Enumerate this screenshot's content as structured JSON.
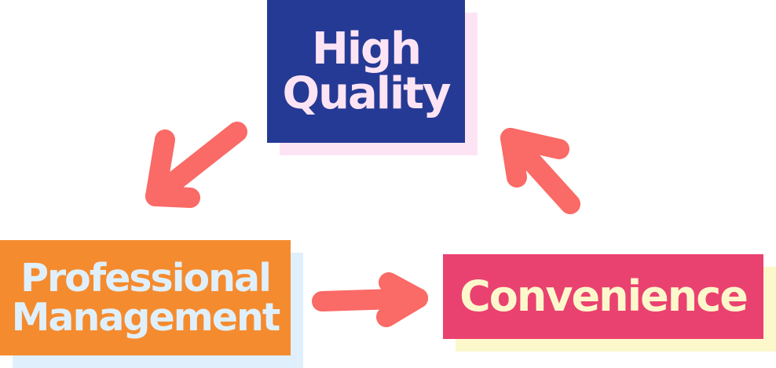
{
  "nodes": {
    "high_quality": {
      "line1": "High",
      "line2": "Quality",
      "bg_color": "#253a94",
      "text_color": "#fde4f4",
      "shadow_color": "#fde4f4"
    },
    "professional_management": {
      "line1": "Professional",
      "line2": "Management",
      "bg_color": "#f58b2f",
      "text_color": "#dff0fc",
      "shadow_color": "#dff0fc"
    },
    "convenience": {
      "line1": "Convenience",
      "bg_color": "#ea4270",
      "text_color": "#fdf8cc",
      "shadow_color": "#fdf8cc"
    }
  },
  "arrow_color": "#fa6a66"
}
